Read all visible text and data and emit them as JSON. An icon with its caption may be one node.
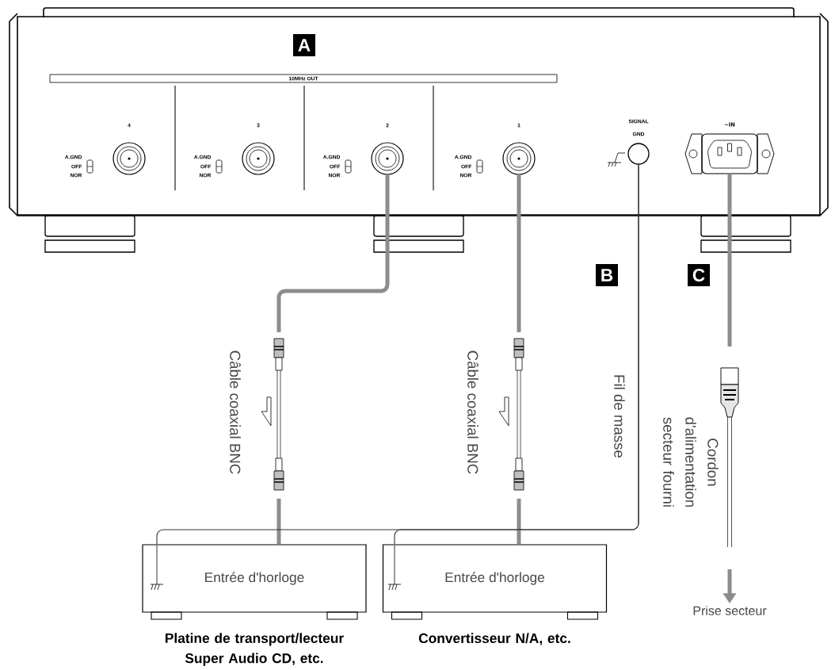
{
  "diagram": {
    "nodes": [
      {
        "text": [],
        "shape": "box"
      },
      {
        "text": [
          "4"
        ],
        "in": 0
      },
      {
        "text": [
          "3"
        ],
        "in": 0
      },
      {
        "text": [
          "2"
        ],
        "in": 0
      },
      {
        "text": [
          "1"
        ],
        "in": 0
      },
      {
        "text": [
          "SIGNAL GND"
        ],
        "in": 0
      },
      {
        "text": [
          "∼IN"
        ],
        "in": 0
      },
      {
        "text": [
          "Entrée d'horloge"
        ],
        "beside": [
          "Platine de transport/lecteur Super Audio CD, etc."
        ]
      },
      {
        "text": [
          "Entrée d'horloge"
        ],
        "beside": [
          "Convertisseur N/A, etc."
        ]
      },
      {
        "text": [
          "Prise secteur"
        ]
      }
    ],
    "edges": [
      {
        "from": 3,
        "to": 7,
        "arrow": "none",
        "label": "Câble coaxial BNC"
      },
      {
        "from": 4,
        "to": 8,
        "arrow": "none",
        "label": "Câble coaxial BNC"
      },
      {
        "from": 5,
        "to": 7,
        "arrow": "none",
        "label": "Fil de masse",
        "color": "#333333"
      },
      {
        "from": 5,
        "to": 8,
        "arrow": "none",
        "color": "#333333"
      },
      {
        "from": 6,
        "to": 9,
        "arrow": "to",
        "label": "Cordon d'alimentation secteur fourni"
      }
    ],
    "labels": [
      "A",
      "10MHz OUT",
      "A.GND",
      "OFF",
      "NOR",
      "A.GND",
      "OFF",
      "NOR",
      "A.GND",
      "OFF",
      "NOR",
      "A.GND",
      "OFF",
      "NOR",
      "B",
      "C"
    ]
  }
}
